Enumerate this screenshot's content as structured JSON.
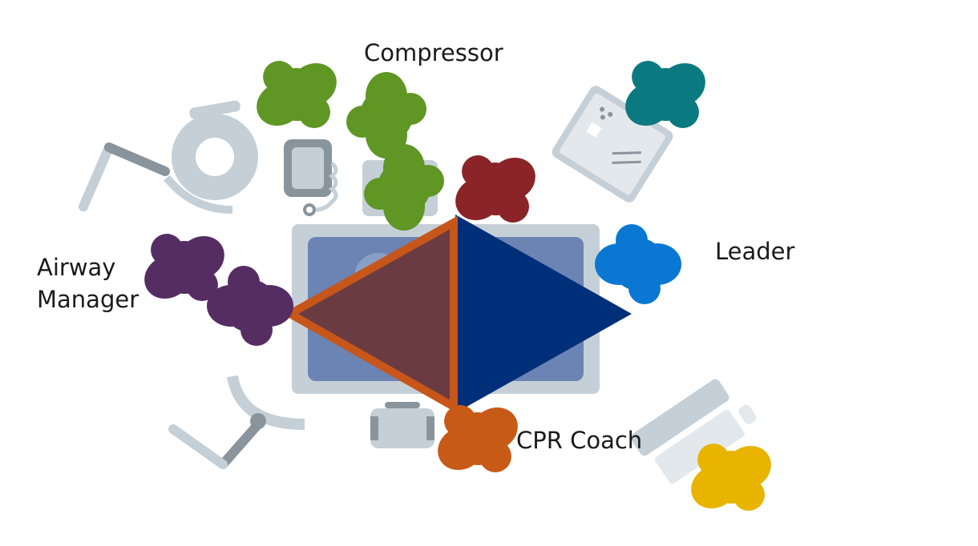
{
  "labels": {
    "compressor": "Compressor",
    "leader": "Leader",
    "airway_line1": "Airway",
    "airway_line2": "Manager",
    "cpr_coach": "CPR Coach"
  },
  "colors": {
    "compressor": "#5f9624",
    "leader": "#0a78d2",
    "airway": "#552d63",
    "cpr_coach": "#c75a16",
    "monitor": "#0b7a80",
    "medication": "#8a2428",
    "recorder": "#e8b400",
    "equipment": "#c5cfd7",
    "equipment_dark": "#8a949c",
    "bed_frame": "#c5cfd7",
    "bed_surface": "#6b84b4",
    "triangle_blue": "#002f7a",
    "triangle_maroon": "#6a3c42",
    "triangle_outline": "#c7561a"
  },
  "icons": [
    "person-icon",
    "defibrillator-icon",
    "monitor-cart-icon",
    "bag-valve-icon",
    "iv-pole-icon",
    "computer-icon",
    "stretcher-icon"
  ]
}
